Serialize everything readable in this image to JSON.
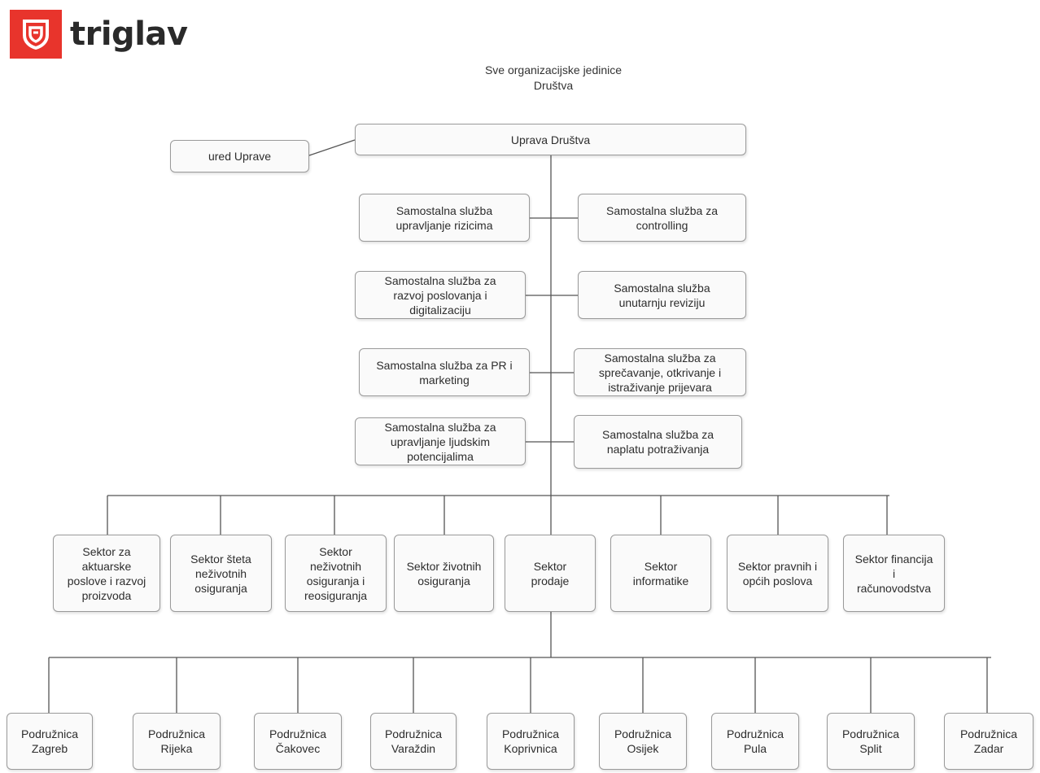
{
  "logo": {
    "text": "triglav",
    "brand_color": "#e8342c"
  },
  "title": {
    "line1": "Sve organizacijske jedinice",
    "line2": "Društva"
  },
  "management": {
    "board": "Uprava Društva",
    "office": "ured Uprave"
  },
  "independent_services": {
    "risk": "Samostalna služba\nupravljanje rizicima",
    "controlling": "Samostalna služba za\ncontrolling",
    "digital": "Samostalna služba za\nrazvoj poslovanja i\ndigitalizaciju",
    "audit": "Samostalna služba\nunutarnju reviziju",
    "pr": "Samostalna služba za PR i\nmarketing",
    "fraud": "Samostalna služba za\nsprečavanje, otkrivanje i\nistraživanje prijevara",
    "hr": "Samostalna služba za\nupravljanje ljudskim\npotencijalima",
    "collection": "Samostalna služba za\nnaplatu potraživanja"
  },
  "sectors": [
    "Sektor za\naktuarske\nposlove i razvoj\nproizvoda",
    "Sektor šteta\nneživotnih\nosiguranja",
    "Sektor\nneživotnih\nosiguranja i\nreosiguranja",
    "Sektor životnih\nosiguranja",
    "Sektor\nprodaje",
    "Sektor\ninformatike",
    "Sektor pravnih i\nopćih poslova",
    "Sektor financija\ni\nračunovodstva"
  ],
  "branches": [
    "Podružnica\nZagreb",
    "Podružnica\nRijeka",
    "Podružnica\nČakovec",
    "Podružnica\nVaraždin",
    "Podružnica\nKoprivnica",
    "Podružnica\nOsijek",
    "Podružnica\nPula",
    "Podružnica\nSplit",
    "Podružnica\nZadar"
  ]
}
